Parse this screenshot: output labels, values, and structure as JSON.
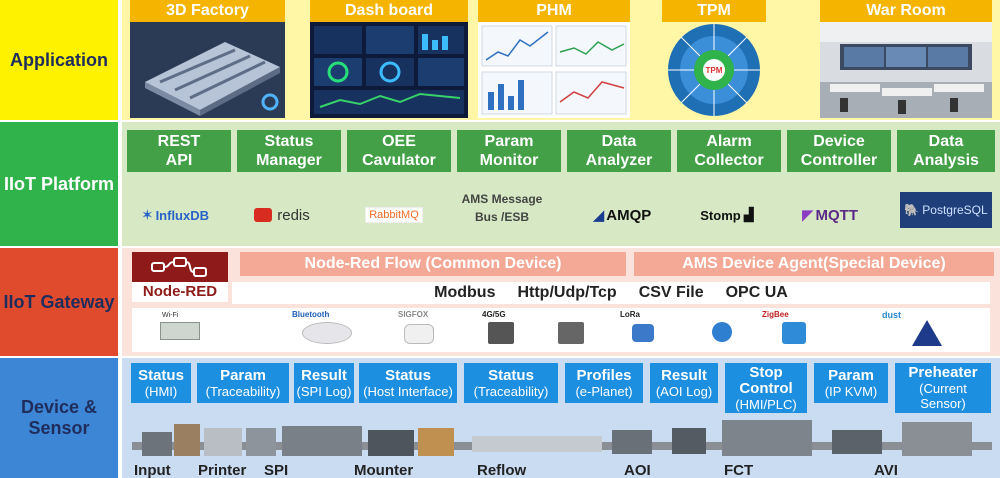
{
  "layers": {
    "application": {
      "label": "Application"
    },
    "platform": {
      "label": "IIoT Platform"
    },
    "gateway": {
      "label": "IIoT Gateway"
    },
    "device": {
      "label": "Device & Sensor"
    }
  },
  "application": {
    "cards": [
      {
        "title": "3D Factory"
      },
      {
        "title": "Dash board"
      },
      {
        "title": "PHM"
      },
      {
        "title": "TPM"
      },
      {
        "title": "War Room"
      }
    ],
    "tpm_center": "TPM"
  },
  "platform": {
    "services": [
      {
        "line1": "REST",
        "line2": "API"
      },
      {
        "line1": "Status",
        "line2": "Manager"
      },
      {
        "line1": "OEE",
        "line2": "Cavulator"
      },
      {
        "line1": "Param",
        "line2": "Monitor"
      },
      {
        "line1": "Data",
        "line2": "Analyzer"
      },
      {
        "line1": "Alarm",
        "line2": "Collector"
      },
      {
        "line1": "Device",
        "line2": "Controller"
      },
      {
        "line1": "Data",
        "line2": "Analysis"
      }
    ],
    "tech": {
      "influx": "InfluxDB",
      "redis": "redis",
      "rabbit": "RabbitMQ",
      "ams_line1": "AMS Message",
      "ams_line2": "Bus /ESB",
      "amqp": "AMQP",
      "stomp": "Stomp",
      "mqtt": "MQTT",
      "postgres": "PostgreSQL"
    }
  },
  "gateway": {
    "nodered_label": "Node-RED",
    "flow_common": "Node-Red Flow (Common Device)",
    "flow_special": "AMS Device Agent(Special Device)",
    "protocols": [
      "Modbus",
      "Http/Udp/Tcp",
      "CSV File",
      "OPC UA"
    ],
    "device_tags": [
      "Wi-Fi",
      "Bluetooth",
      "SIGFOX",
      "4G/5G",
      "",
      "LoRa",
      "",
      "ZigBee",
      "dust"
    ]
  },
  "device": {
    "statuses": [
      {
        "t1": "Status",
        "t2": "(HMI)"
      },
      {
        "t1": "Param",
        "t2": "(Traceability)"
      },
      {
        "t1": "Result",
        "t2": "(SPI Log)"
      },
      {
        "t1": "Status",
        "t2": "(Host Interface)"
      },
      {
        "t1": "Status",
        "t2": "(Traceability)"
      },
      {
        "t1": "Profiles",
        "t2": "(e-Planet)"
      },
      {
        "t1": "Result",
        "t2": "(AOI Log)"
      },
      {
        "t1": "Stop Control",
        "t2": "(HMI/PLC)"
      },
      {
        "t1": "Param",
        "t2": "(IP KVM)"
      },
      {
        "t1": "Preheater",
        "t2": "(Current Sensor)"
      }
    ],
    "stations": [
      "Input",
      "Printer",
      "SPI",
      "Mounter",
      "Reflow",
      "AOI",
      "FCT",
      "AVI"
    ]
  },
  "colors": {
    "application": "#fff200",
    "platform": "#2fb34a",
    "gateway": "#e14b2d",
    "device": "#3d86d6",
    "app_title": "#f5b400",
    "service": "#43a047",
    "status": "#1d8fe0",
    "flow": "#f4a896"
  }
}
